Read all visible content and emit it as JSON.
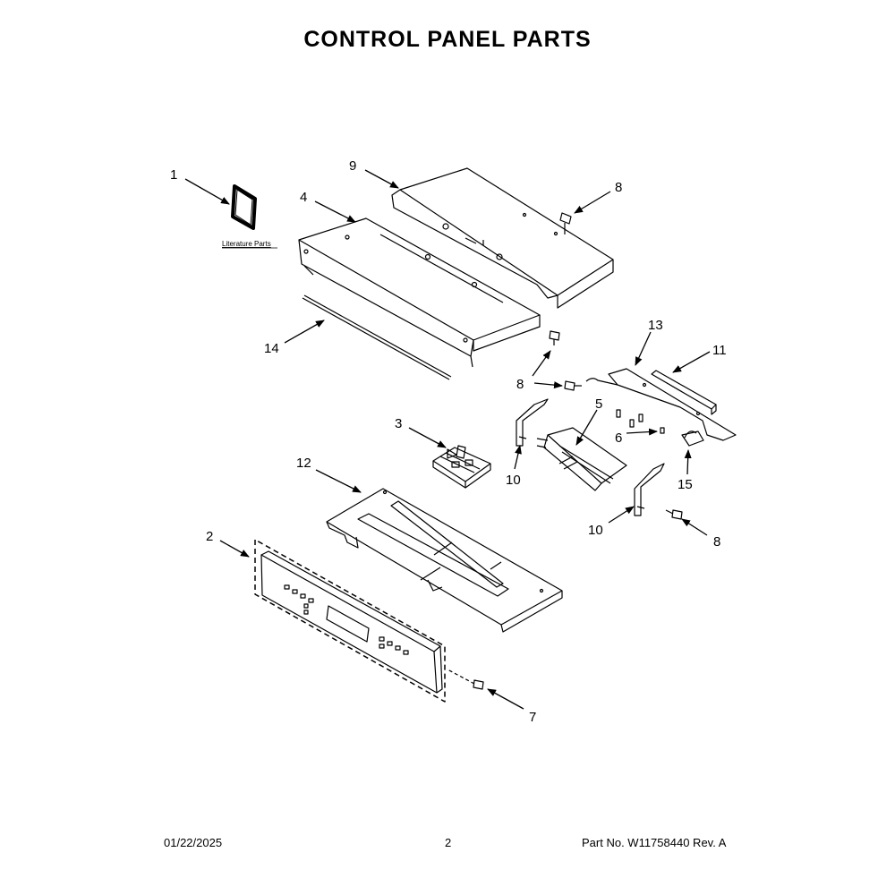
{
  "title": "CONTROL PANEL PARTS",
  "literature_label": "Literature Parts",
  "callouts": {
    "c1": "1",
    "c2": "2",
    "c3": "3",
    "c4": "4",
    "c5": "5",
    "c6": "6",
    "c7": "7",
    "c8a": "8",
    "c8b": "8",
    "c8c": "8",
    "c9": "9",
    "c10a": "10",
    "c10b": "10",
    "c11": "11",
    "c12": "12",
    "c13": "13",
    "c14": "14",
    "c15": "15"
  },
  "footer": {
    "date": "01/22/2025",
    "page": "2",
    "part_no": "Part No.  W11758440  Rev.  A"
  }
}
